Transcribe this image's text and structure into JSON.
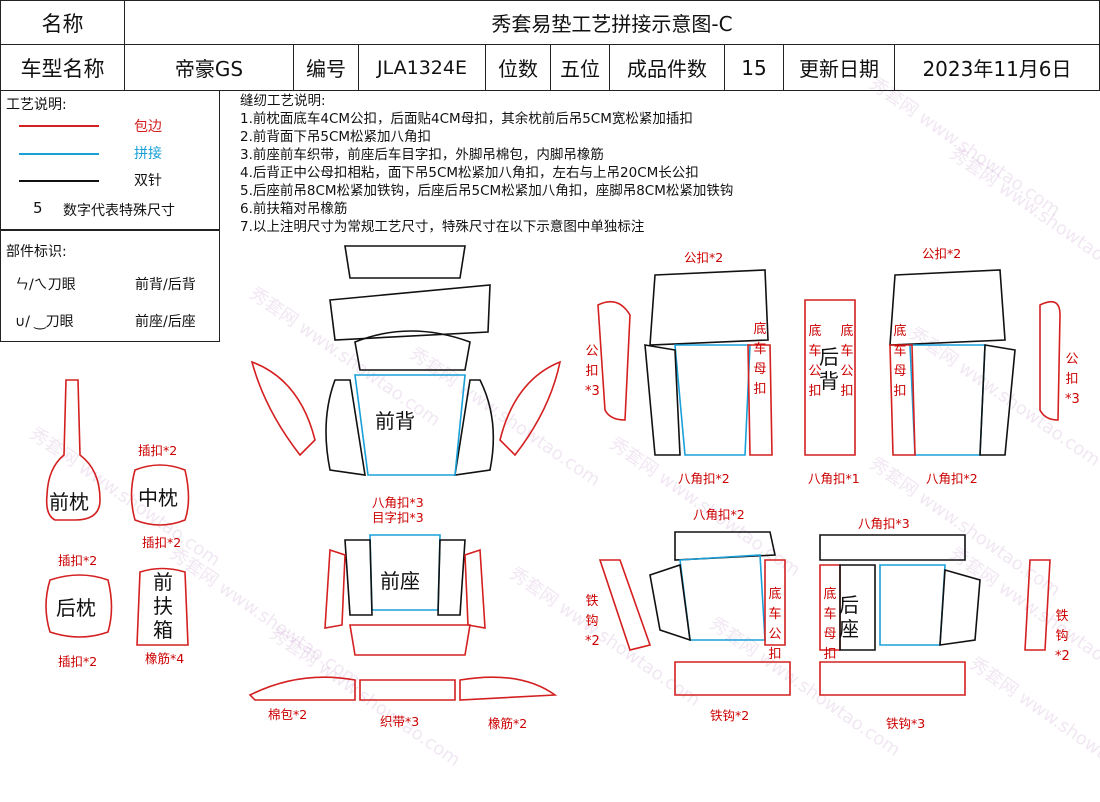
{
  "header": {
    "name_label": "名称",
    "title": "秀套易垫工艺拼接示意图-C",
    "model_label": "车型名称",
    "model_value": "帝豪GS",
    "code_label": "编号",
    "code_value": "JLA1324E",
    "seats_label": "位数",
    "seats_value": "五位",
    "pieces_label": "成品件数",
    "pieces_value": "15",
    "date_label": "更新日期",
    "date_value": "2023年11月6日"
  },
  "legend": {
    "title": "工艺说明:",
    "items": [
      {
        "label": "包边",
        "color": "#d42020"
      },
      {
        "label": "拼接",
        "color": "#1aa0d8"
      },
      {
        "label": "双针",
        "color": "#111111"
      }
    ],
    "number_sample": "5",
    "number_text": "数字代表特殊尺寸"
  },
  "marks": {
    "title": "部件标识:",
    "row1_symbols": "ㄣ/ㄟ刀眼",
    "row1_meaning": "前背/后背",
    "row2_symbols": "∪/ ‿刀眼",
    "row2_meaning": "前座/后座"
  },
  "sewing_notes": {
    "title": "缝纫工艺说明:",
    "lines": [
      "1.前枕面底车4CM公扣，后面贴4CM母扣，其余枕前后吊5CM宽松紧加插扣",
      "2.前背面下吊5CM松紧加八角扣",
      "3.前座前车织带，前座后车目字扣，外脚吊棉包，内脚吊橡筋",
      "4.后背正中公母扣相粘，面下吊5CM松紧加八角扣，左右与上吊20CM长公扣",
      "5.后座前吊8CM松紧加铁钩，后座后吊5CM松紧加八角扣，座脚吊8CM松紧加铁钩",
      "6.前扶箱对吊橡筋",
      "7.以上注明尺寸为常规工艺尺寸，特殊尺寸在以下示意图中单独标注"
    ]
  },
  "parts": {
    "front_headrest": "前枕",
    "mid_headrest": "中枕",
    "rear_headrest": "后枕",
    "front_armrest": "前扶箱",
    "front_back": "前背",
    "front_seat": "前座",
    "rear_back": "后背",
    "rear_seat": "后座",
    "rear_back_male": "母",
    "rear_back_letter_gong": "公"
  },
  "annotations": {
    "insert_top_mid": "插扣*2",
    "insert_bottom_mid": "插扣*2",
    "insert_front": "插扣*2",
    "insert_rear": "插扣*2",
    "rubber_armrest": "橡筋*4",
    "octagon_front_back": "八角扣*3",
    "mu_buckle_front_back": "目字扣*3",
    "cotton_pack": "棉包*2",
    "webbing": "织带*3",
    "rubber_seat": "橡筋*2",
    "male_top_left": "公扣*2",
    "male_top_right": "公扣*2",
    "male_side_left": "公扣*3",
    "male_side_right": "公扣*3",
    "bottom_left_back_vertical": "底车母扣",
    "bottom_center_a": "底车公扣",
    "bottom_center_b": "底车公扣",
    "rear_center_vertical": "底车母扣",
    "octagon_rear_left": "八角扣*2",
    "octagon_rear_center": "八角扣*1",
    "octagon_rear_right": "八角扣*2",
    "octagon_seat_left": "八角扣*2",
    "octagon_seat_right": "八角扣*3",
    "hook_left": "铁钩*2",
    "hook_right": "铁钩*2",
    "hook_bottom_left": "铁钩*2",
    "hook_bottom_right": "铁钩*3",
    "seat_left_vertical": "底车公扣",
    "seat_right_vertical": "底车母扣"
  },
  "watermark": "秀套网 www.showtao.com",
  "colors": {
    "edge": "#d42020",
    "splice": "#1aa0d8",
    "double": "#111111"
  }
}
